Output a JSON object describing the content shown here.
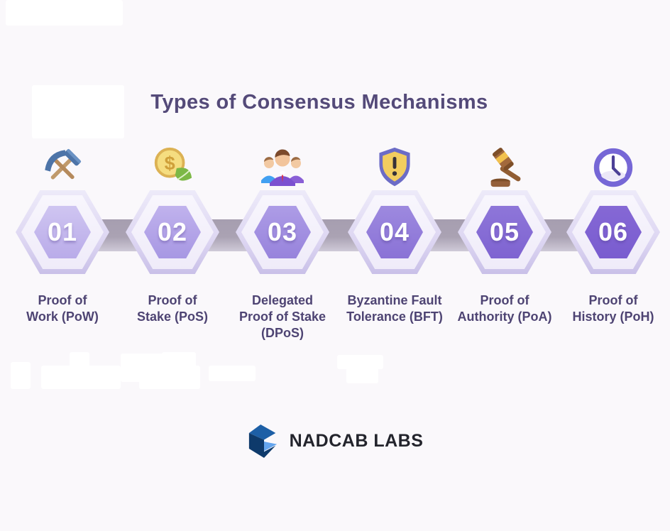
{
  "title": "Types of Consensus Mechanisms",
  "steps": [
    {
      "number": "01",
      "icon": "pickaxe-hammer-icon",
      "label_lines": [
        "Proof of",
        "Work (PoW)"
      ],
      "hex_top": "#cfc5f1",
      "hex_bottom": "#b9abe9"
    },
    {
      "number": "02",
      "icon": "coin-leaf-icon",
      "label_lines": [
        "Proof of",
        "Stake (PoS)"
      ],
      "hex_top": "#c0b2ed",
      "hex_bottom": "#a797e3"
    },
    {
      "number": "03",
      "icon": "delegates-group-icon",
      "label_lines": [
        "Delegated",
        "Proof of Stake",
        "(DPoS)"
      ],
      "hex_top": "#ad9ce6",
      "hex_bottom": "#9783dc"
    },
    {
      "number": "04",
      "icon": "shield-alert-icon",
      "label_lines": [
        "Byzantine Fault",
        "Tolerance (BFT)"
      ],
      "hex_top": "#9d89df",
      "hex_bottom": "#8a72d6"
    },
    {
      "number": "05",
      "icon": "gavel-icon",
      "label_lines": [
        "Proof of",
        "Authority (PoA)"
      ],
      "hex_top": "#8e76d9",
      "hex_bottom": "#7e63d1"
    },
    {
      "number": "06",
      "icon": "clock-icon",
      "label_lines": [
        "Proof of",
        "History (PoH)"
      ],
      "hex_top": "#8568d5",
      "hex_bottom": "#795ccf"
    }
  ],
  "logo": {
    "text": "NADCAB LABS"
  },
  "colors": {
    "background": "#faf8fb",
    "title": "#544a79",
    "label": "#4e4473",
    "connector": "#a69eb0",
    "number": "#ffffff",
    "logo_dark_blue": "#0e3a6b",
    "logo_blue": "#1d5fa6",
    "logo_light_blue": "#64a5ee"
  }
}
